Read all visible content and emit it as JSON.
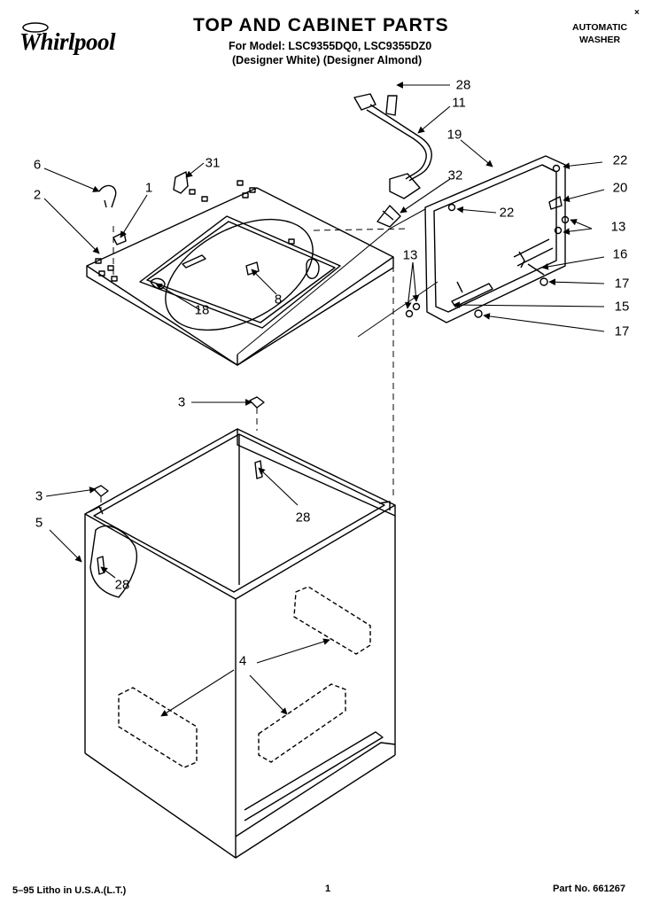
{
  "header": {
    "title": "TOP AND CABINET PARTS",
    "model_line": "For Model: LSC9355DQ0, LSC9355DZ0",
    "color_line": "(Designer White) (Designer Almond)",
    "product_line1": "AUTOMATIC",
    "product_line2": "WASHER",
    "brand": "Whirlpool",
    "corner_mark": "×"
  },
  "footer": {
    "litho": "5–95 Litho in U.S.A.(L.T.)",
    "page": "1",
    "part_no": "Part No. 661267"
  },
  "callouts": [
    {
      "id": "c28a",
      "label": "28"
    },
    {
      "id": "c11",
      "label": "11"
    },
    {
      "id": "c19",
      "label": "19"
    },
    {
      "id": "c22a",
      "label": "22"
    },
    {
      "id": "c20",
      "label": "20"
    },
    {
      "id": "c22b",
      "label": "22"
    },
    {
      "id": "c13a",
      "label": "13"
    },
    {
      "id": "c16",
      "label": "16"
    },
    {
      "id": "c17a",
      "label": "17"
    },
    {
      "id": "c15",
      "label": "15"
    },
    {
      "id": "c17b",
      "label": "17"
    },
    {
      "id": "c13b",
      "label": "13"
    },
    {
      "id": "c32",
      "label": "32"
    },
    {
      "id": "c31",
      "label": "31"
    },
    {
      "id": "c6",
      "label": "6"
    },
    {
      "id": "c1",
      "label": "1"
    },
    {
      "id": "c2",
      "label": "2"
    },
    {
      "id": "c8",
      "label": "8"
    },
    {
      "id": "c18",
      "label": "18"
    },
    {
      "id": "c3a",
      "label": "3"
    },
    {
      "id": "c28b",
      "label": "28"
    },
    {
      "id": "c3b",
      "label": "3"
    },
    {
      "id": "c5",
      "label": "5"
    },
    {
      "id": "c28c",
      "label": "28"
    },
    {
      "id": "c4",
      "label": "4"
    }
  ]
}
